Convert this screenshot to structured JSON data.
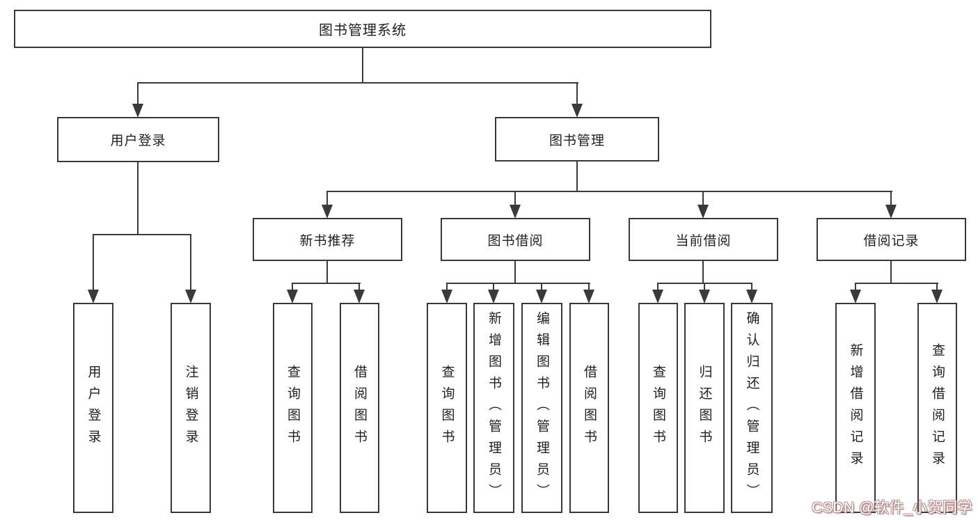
{
  "diagram": {
    "root": {
      "label": "图书管理系统"
    },
    "level1": {
      "user_login": {
        "label": "用户登录"
      },
      "book_mgmt": {
        "label": "图书管理"
      }
    },
    "level2": {
      "new_books": {
        "label": "新书推荐"
      },
      "borrowing": {
        "label": "图书借阅"
      },
      "current": {
        "label": "当前借阅"
      },
      "records": {
        "label": "借阅记录"
      }
    },
    "leaves": {
      "user_login": [
        "用户登录",
        "注销登录"
      ],
      "new_books": [
        "查询图书",
        "借阅图书"
      ],
      "borrowing": [
        "查询图书",
        "新增图书（管理员）",
        "编辑图书（管理员）",
        "借阅图书"
      ],
      "current": [
        "查询图书",
        "归还图书",
        "确认归还（管理员）"
      ],
      "records": [
        "新增借阅记录",
        "查询借阅记录"
      ]
    }
  },
  "watermark": {
    "text": "CSDN @软件_小贺同学"
  },
  "colors": {
    "line": "#3a3a3a",
    "box_border": "#383838",
    "text": "#1f1f1f",
    "background": "#ffffff",
    "watermark_fill": "#ffffff",
    "watermark_outline": "#bd8f8f"
  }
}
